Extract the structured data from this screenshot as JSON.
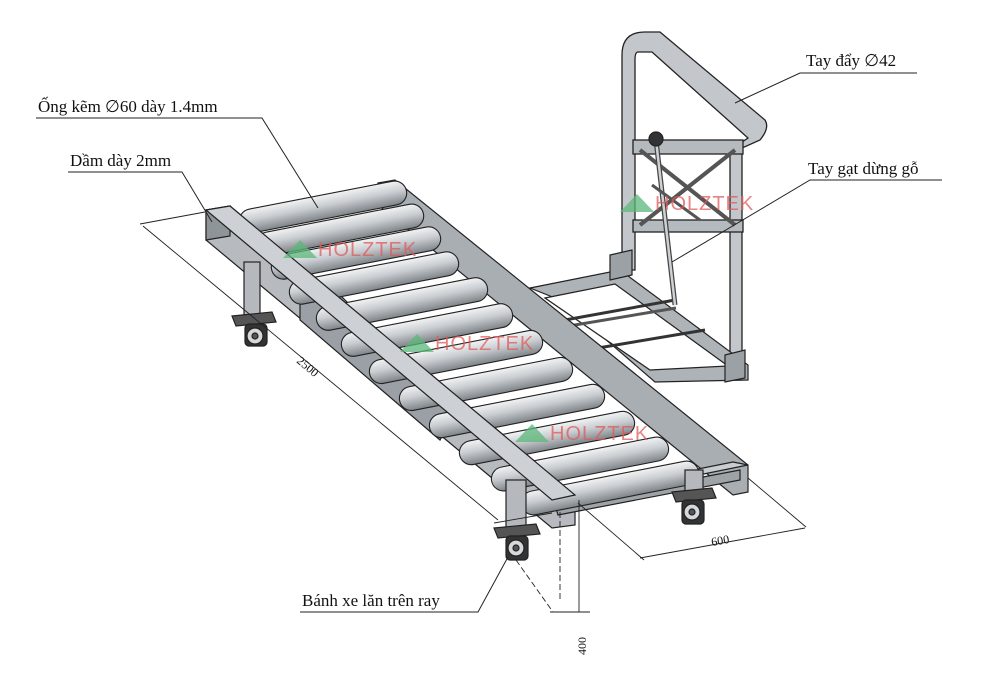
{
  "labels": {
    "pipe": "Ống kẽm ∅60 dày 1.4mm",
    "beam": "Dầm dày 2mm",
    "handle": "Tay đẩy ∅42",
    "lever": "Tay gạt dừng gỗ",
    "wheel": "Bánh xe lăn trên ray"
  },
  "dimensions": {
    "length": "2500",
    "width": "600",
    "height": "400"
  },
  "watermark": {
    "text": "HOLZTEK",
    "color_red": "#e05a5a",
    "color_green": "#5cb87a"
  },
  "colors": {
    "steel": "#b9bec4",
    "steel_dark": "#7c8187",
    "steel_light": "#e6e8ea",
    "roller": "#c8ccd0",
    "line": "#222222"
  }
}
